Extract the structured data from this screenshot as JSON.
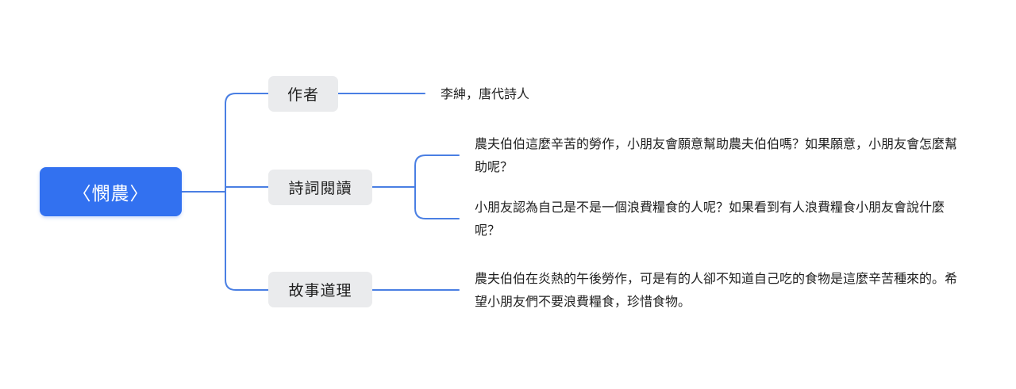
{
  "mindmap": {
    "root": {
      "label": "〈憫農〉"
    },
    "branches": [
      {
        "label": "作者",
        "children": [
          "李紳，唐代詩人"
        ]
      },
      {
        "label": "詩詞閱讀",
        "children": [
          "農夫伯伯這麼辛苦的勞作，小朋友會願意幫助農夫伯伯嗎？如果願意，小朋友會怎麼幫助呢？",
          "小朋友認為自己是不是一個浪費糧食的人呢？如果看到有人浪費糧食小朋友會說什麼呢？"
        ]
      },
      {
        "label": "故事道理",
        "children": [
          "農夫伯伯在炎熱的午後勞作，可是有的人卻不知道自己吃的食物是這麼辛苦種來的。希望小朋友們不要浪費糧食，珍惜食物。"
        ]
      }
    ]
  },
  "colors": {
    "root_background": "#3271f0",
    "root_text": "#ffffff",
    "topic_background": "#eaebed",
    "connector": "#4a7fe3",
    "text": "#1f1f1f"
  }
}
